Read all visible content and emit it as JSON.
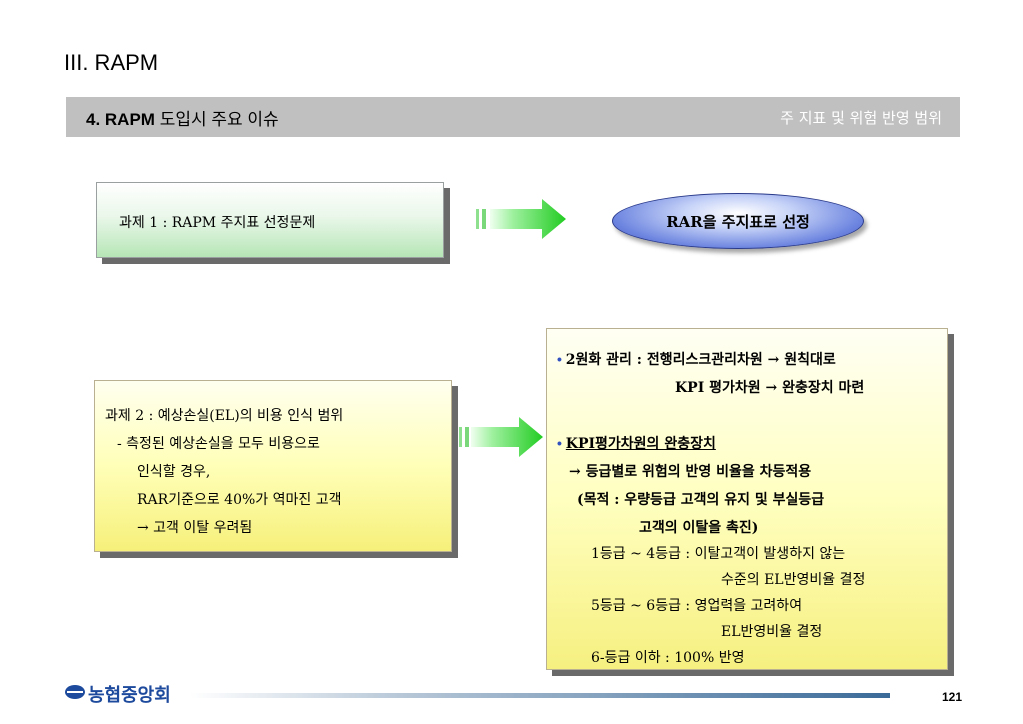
{
  "page": {
    "title": "III. RAPM",
    "page_number": "121"
  },
  "header": {
    "title_bold": "4. RAPM",
    "title_rest": " 도입시 주요 이슈",
    "subtitle": "주 지표 및 위험 반영 범위"
  },
  "issue1": {
    "text": "과제 1  : RAPM 주지표 선정문제",
    "result": "RAR을 주지표로 선정"
  },
  "issue2": {
    "title": "과제 2 : 예상손실(EL)의 비용 인식 범위",
    "lines": [
      "- 측정된 예상손실을 모두 비용으로",
      "인식할 경우,",
      "RAR기준으로 40%가 역마진 고객",
      "→ 고객 이탈 우려됨"
    ]
  },
  "solution": {
    "bullet1_line1": "2원화 관리 : 전행리스크관리차원 → 원칙대로",
    "bullet1_line2": "KPI 평가차원 → 완충장치 마련",
    "bullet2_title": "KPI평가차원의 완충장치",
    "bullet2_line1": "→ 등급별로 위험의 반영 비율을 차등적용",
    "bullet2_line2": "(목적 : 우량등급 고객의 유지 및 부실등급",
    "bullet2_line3": "고객의 이탈을 촉진)",
    "grade1_line1": "1등급 ~ 4등급 : 이탈고객이 발생하지 않는",
    "grade1_line2": "수준의 EL반영비율 결정",
    "grade2_line1": "5등급 ~ 6등급 : 영업력을 고려하여",
    "grade2_line2": "EL반영비율 결정",
    "grade3_line1": "6-등급 이하    : 100% 반영"
  },
  "logo": {
    "text": "농협중앙회"
  },
  "colors": {
    "header_bg": "#c0c0c0",
    "arrow": "#33dd33",
    "oval": "#5a72d8",
    "logo": "#1d4a9c"
  }
}
